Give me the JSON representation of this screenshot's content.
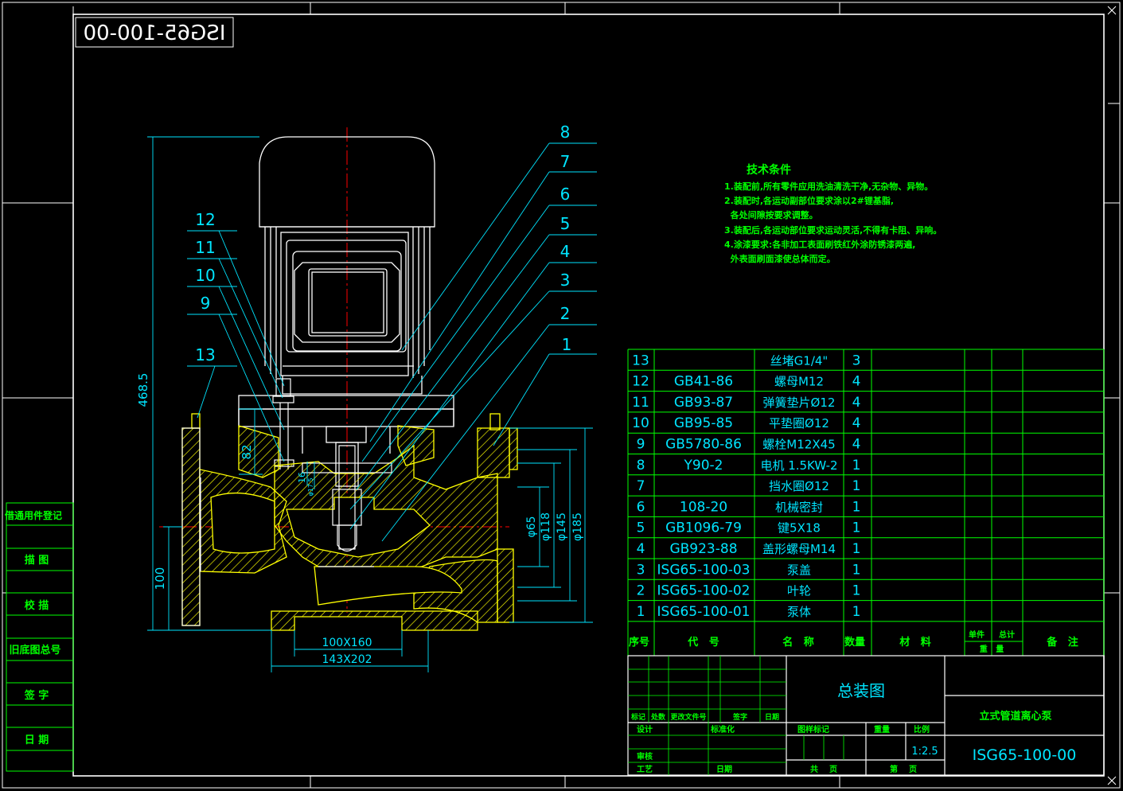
{
  "drawing_code": "ISG65-100-00",
  "tech_conditions": {
    "title": "技术条件",
    "lines": [
      "1.装配前,所有零件应用洗油清洗干净,无杂物、异物。",
      "2.装配时,各运动副部位要求涂以2#锂基脂,",
      "  各处间隙按要求调整。",
      "3.装配后,各运动部位要求运动灵活,不得有卡阻、异响。",
      "4.涂漆要求:各非加工表面刷铁红外涂防锈漆两遍,",
      "  外表面刷面漆使总体而定。"
    ]
  },
  "leader_numbers": [
    "8",
    "7",
    "6",
    "5",
    "4",
    "3",
    "2",
    "1",
    "12",
    "11",
    "10",
    "9",
    "13"
  ],
  "dimensions": {
    "height": "468.5",
    "d82": "82",
    "d100": "100",
    "d16": "16",
    "d17": "φ17.5",
    "phi65": "φ65",
    "phi118": "φ118",
    "phi145": "φ145",
    "phi185": "φ185",
    "base1": "100X160",
    "base2": "143X202"
  },
  "bom": {
    "rows": [
      {
        "no": "13",
        "code": "",
        "name": "丝堵G1/4\"",
        "qty": "3"
      },
      {
        "no": "12",
        "code": "GB41-86",
        "name": "螺母M12",
        "qty": "4"
      },
      {
        "no": "11",
        "code": "GB93-87",
        "name": "弹簧垫片Ø12",
        "qty": "4"
      },
      {
        "no": "10",
        "code": "GB95-85",
        "name": "平垫圈Ø12",
        "qty": "4"
      },
      {
        "no": "9",
        "code": "GB5780-86",
        "name": "螺栓M12X45",
        "qty": "4"
      },
      {
        "no": "8",
        "code": "Y90-2",
        "name": "电机 1.5KW-2",
        "qty": "1"
      },
      {
        "no": "7",
        "code": "",
        "name": "挡水圈Ø12",
        "qty": "1"
      },
      {
        "no": "6",
        "code": "108-20",
        "name": "机械密封",
        "qty": "1"
      },
      {
        "no": "5",
        "code": "GB1096-79",
        "name": "键5X18",
        "qty": "1"
      },
      {
        "no": "4",
        "code": "GB923-88",
        "name": "盖形螺母M14",
        "qty": "1"
      },
      {
        "no": "3",
        "code": "ISG65-100-03",
        "name": "泵盖",
        "qty": "1"
      },
      {
        "no": "2",
        "code": "ISG65-100-02",
        "name": "叶轮",
        "qty": "1"
      },
      {
        "no": "1",
        "code": "ISG65-100-01",
        "name": "泵体",
        "qty": "1"
      }
    ],
    "header": {
      "no": "序号",
      "code": "代   号",
      "name": "名   称",
      "qty": "数量",
      "material": "材   料",
      "unit": "单件",
      "total": "总计",
      "weight": "重   量",
      "remark": "备   注"
    }
  },
  "title_block": {
    "drawing_name": "总装图",
    "product_name": "立式管道离心泵",
    "code": "ISG65-100-00",
    "scale_label": "比例",
    "scale": "1:2.5",
    "weight_label": "重量",
    "stage_label": "图样标记",
    "total_sheets": "共    页",
    "sheet_no": "第    页",
    "rev_cols": [
      "标记",
      "处数",
      "更改文件号",
      "签字",
      "日期"
    ],
    "design": "设计",
    "standard": "标准化",
    "review": "审核",
    "process": "工艺",
    "date": "日期"
  },
  "left_strip": [
    "借通用件登记",
    "描  图",
    "校  描",
    "旧底图总号",
    "签  字",
    "日  期"
  ],
  "colors": {
    "frame": "#ffffff",
    "green": "#00ff00",
    "cyan": "#00e5ff",
    "yellow": "#ffff00",
    "red": "#ff0000"
  }
}
